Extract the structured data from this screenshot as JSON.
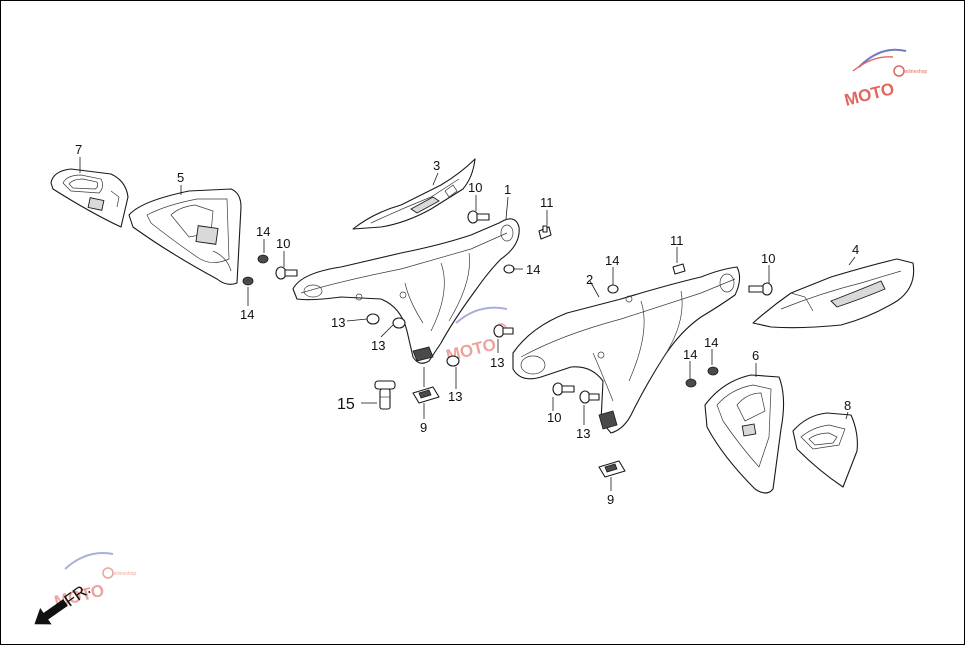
{
  "colors": {
    "ink": "#1a1a1a",
    "watermark_red": "#d9332b",
    "watermark_blue": "#3f4fb0",
    "border": "#000000"
  },
  "direction_indicator": {
    "label": "FR.",
    "icon": "arrow-down-left-icon"
  },
  "watermark": {
    "text": "MOTO",
    "tagline": "onlineshop"
  },
  "callouts": [
    {
      "id": "c1",
      "text": "1"
    },
    {
      "id": "c2",
      "text": "2"
    },
    {
      "id": "c3",
      "text": "3"
    },
    {
      "id": "c4",
      "text": "4"
    },
    {
      "id": "c5",
      "text": "5"
    },
    {
      "id": "c6",
      "text": "6"
    },
    {
      "id": "c7",
      "text": "7"
    },
    {
      "id": "c8",
      "text": "8"
    },
    {
      "id": "c9a",
      "text": "9"
    },
    {
      "id": "c9b",
      "text": "9"
    },
    {
      "id": "c10a",
      "text": "10"
    },
    {
      "id": "c10b",
      "text": "10"
    },
    {
      "id": "c10c",
      "text": "10"
    },
    {
      "id": "c10d",
      "text": "10"
    },
    {
      "id": "c11a",
      "text": "11"
    },
    {
      "id": "c11b",
      "text": "11"
    },
    {
      "id": "c13a",
      "text": "13"
    },
    {
      "id": "c13b",
      "text": "13"
    },
    {
      "id": "c13c",
      "text": "13"
    },
    {
      "id": "c13d",
      "text": "13"
    },
    {
      "id": "c13e",
      "text": "13"
    },
    {
      "id": "c14a",
      "text": "14"
    },
    {
      "id": "c14b",
      "text": "14"
    },
    {
      "id": "c14c",
      "text": "14"
    },
    {
      "id": "c14d",
      "text": "14"
    },
    {
      "id": "c14e",
      "text": "14"
    },
    {
      "id": "c14f",
      "text": "14"
    },
    {
      "id": "c15",
      "text": "15"
    }
  ]
}
